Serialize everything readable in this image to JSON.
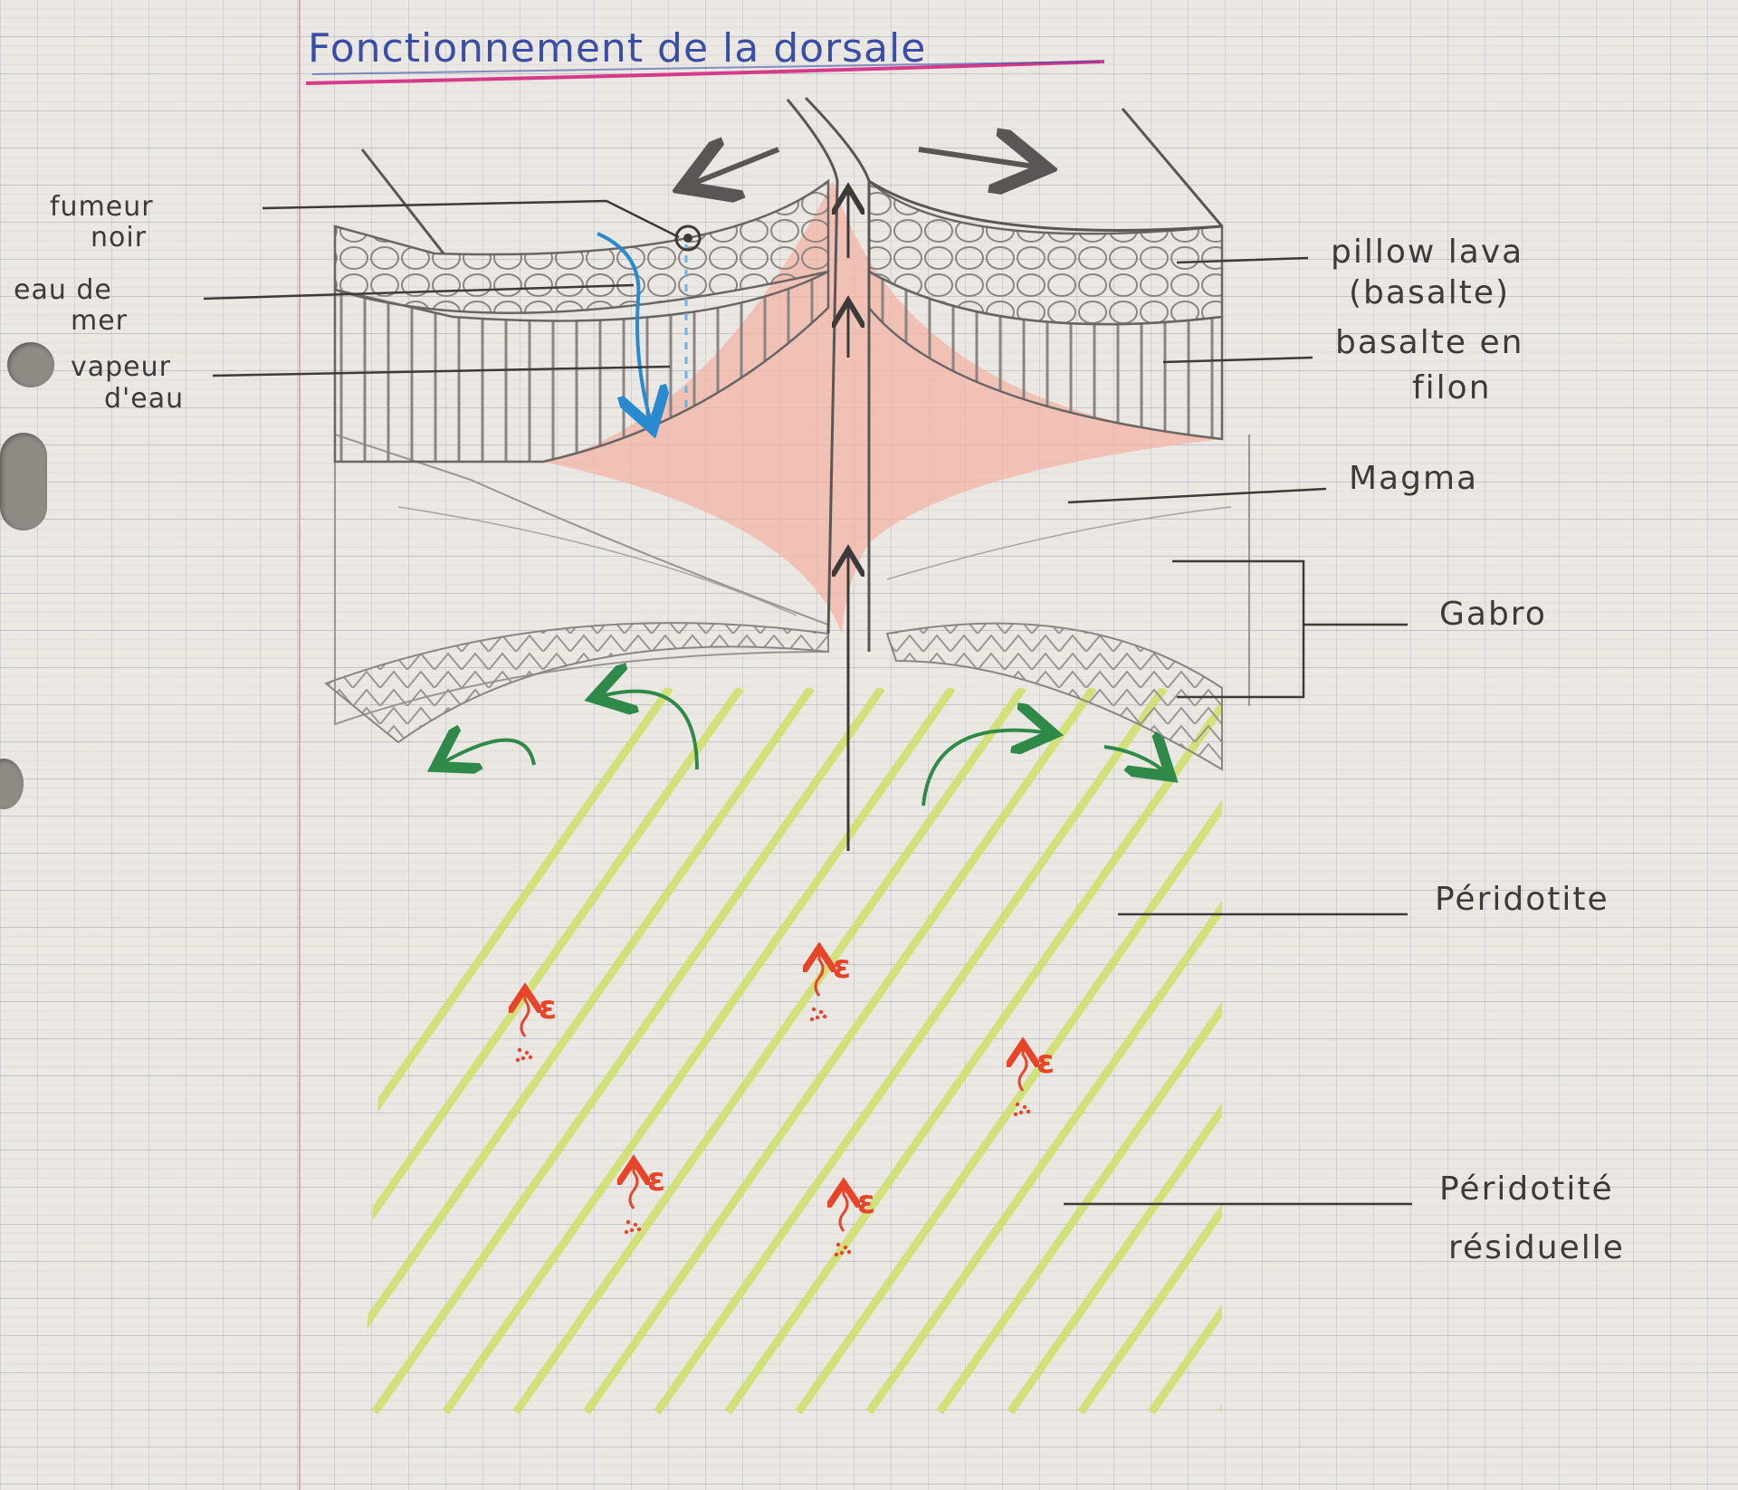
{
  "title": "Fonctionnement de la dorsale",
  "labels_left": {
    "fumeur": [
      "fumeur",
      "noir"
    ],
    "eau": [
      "eau de",
      "mer"
    ],
    "vapeur": [
      "vapeur",
      "d'eau"
    ]
  },
  "labels_right": {
    "pillow": [
      "pillow lava",
      "(basalte)"
    ],
    "filon": [
      "basalte en",
      "filon"
    ],
    "magma": "Magma",
    "gabro": "Gabro",
    "peridotite": "Péridotite",
    "residuelle": [
      "Péridotité",
      "résiduelle"
    ]
  },
  "energy_symbol": "ε",
  "colors": {
    "title": "#3a4ea6",
    "title_underline": "#d63a8a",
    "pencil": "#5a5656",
    "seawater": "#2a8ad0",
    "vapor": "#6fb4e0",
    "magma": "#f2b4a4",
    "mantle_hatch": "#cfe06a",
    "flow_arrows": "#2f8a4a",
    "energy": "#e8442a",
    "margin": "#e88aa8"
  }
}
